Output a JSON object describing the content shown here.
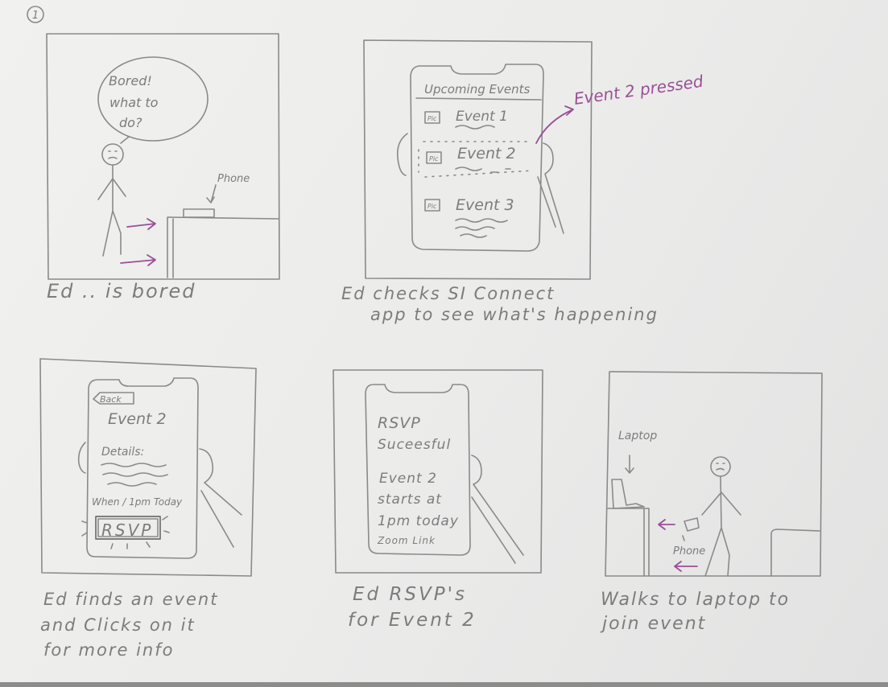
{
  "page_number": "1",
  "panels": [
    {
      "bubble": [
        "Bored!",
        "what to",
        "do?"
      ],
      "phone_label": "Phone",
      "caption": [
        "Ed .. is bored"
      ]
    },
    {
      "screen_title": "Upcoming Events",
      "pic_label": "Pic",
      "events": [
        "Event 1",
        "Event 2",
        "Event 3"
      ],
      "annotation": "Event 2 pressed",
      "caption": [
        "Ed checks SI Connect",
        "app to see what's happening"
      ]
    },
    {
      "back_label": "Back",
      "event_title": "Event 2",
      "details_label": "Details:",
      "when_label": "When / 1pm Today",
      "rsvp_button": "RSVP",
      "caption": [
        "Ed finds an event",
        "and Clicks on it",
        "for more info"
      ]
    },
    {
      "screen_lines": [
        "RSVP",
        "Suceesful",
        "Event 2",
        "starts at",
        "1pm today",
        "Zoom Link"
      ],
      "caption": [
        "Ed RSVP's",
        "for Event 2"
      ]
    },
    {
      "laptop_label": "Laptop",
      "phone_label": "Phone",
      "caption": [
        "Walks to laptop to",
        "join event"
      ]
    }
  ]
}
